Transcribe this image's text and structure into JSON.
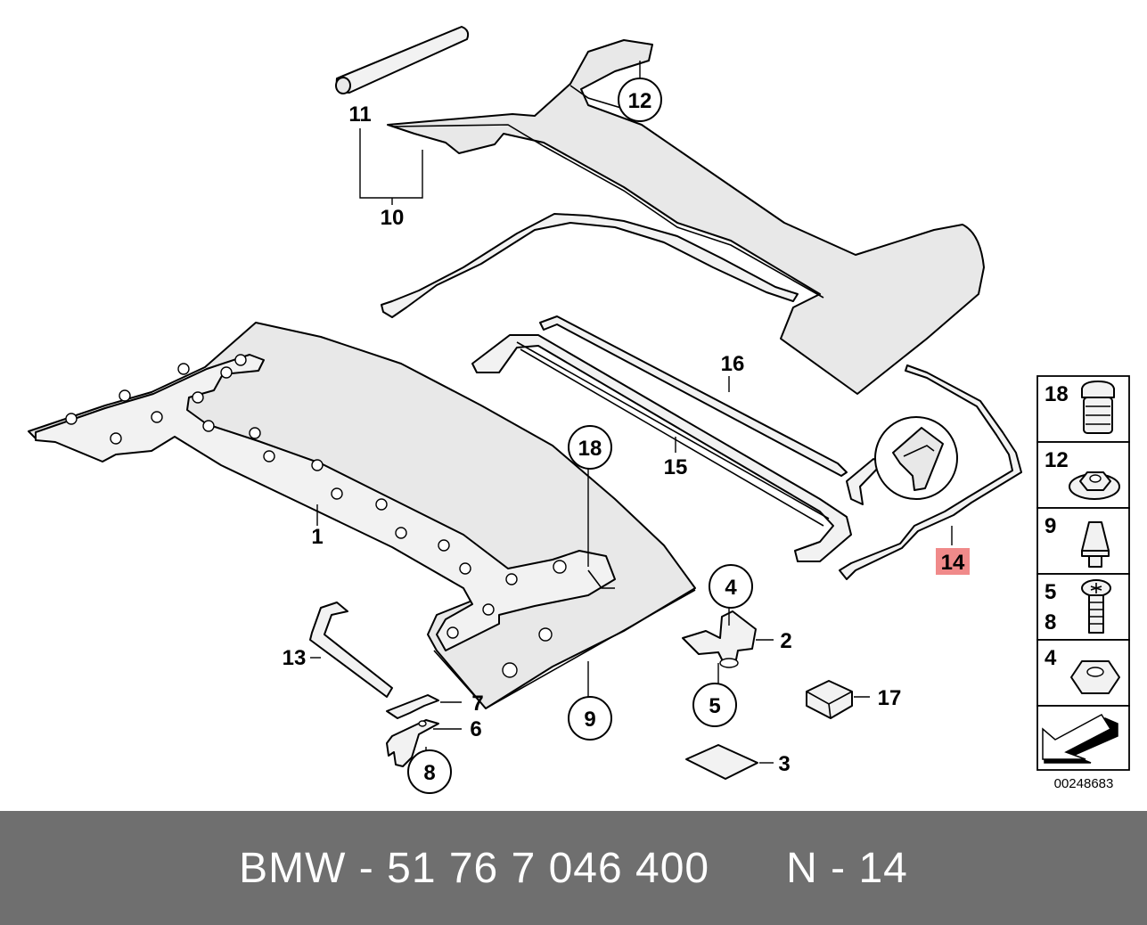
{
  "diagram": {
    "callouts": {
      "c1": "1",
      "c2": "2",
      "c3": "3",
      "c4": "4",
      "c5": "5",
      "c6": "6",
      "c7": "7",
      "c8": "8",
      "c9": "9",
      "c10": "10",
      "c11": "11",
      "c12": "12",
      "c13": "13",
      "c14": "14",
      "c15": "15",
      "c16": "16",
      "c17": "17",
      "c18": "18"
    },
    "highlighted_part": "14",
    "highlight_color": "#f08a8a",
    "side_panel": [
      {
        "label": "18",
        "icon": "rivet-nut-icon"
      },
      {
        "label": "12",
        "icon": "flange-nut-icon"
      },
      {
        "label": "9",
        "icon": "plug-pin-icon"
      },
      {
        "label": "5",
        "label2": "8",
        "icon": "torx-screw-icon"
      },
      {
        "label": "4",
        "icon": "hex-nut-icon"
      },
      {
        "label": "",
        "icon": "direction-arrow-icon"
      }
    ],
    "catalog_number": "00248683"
  },
  "footer": {
    "text": "BMW - 51 76 7 046 400      N - 14",
    "background": "#6f6f6f"
  }
}
